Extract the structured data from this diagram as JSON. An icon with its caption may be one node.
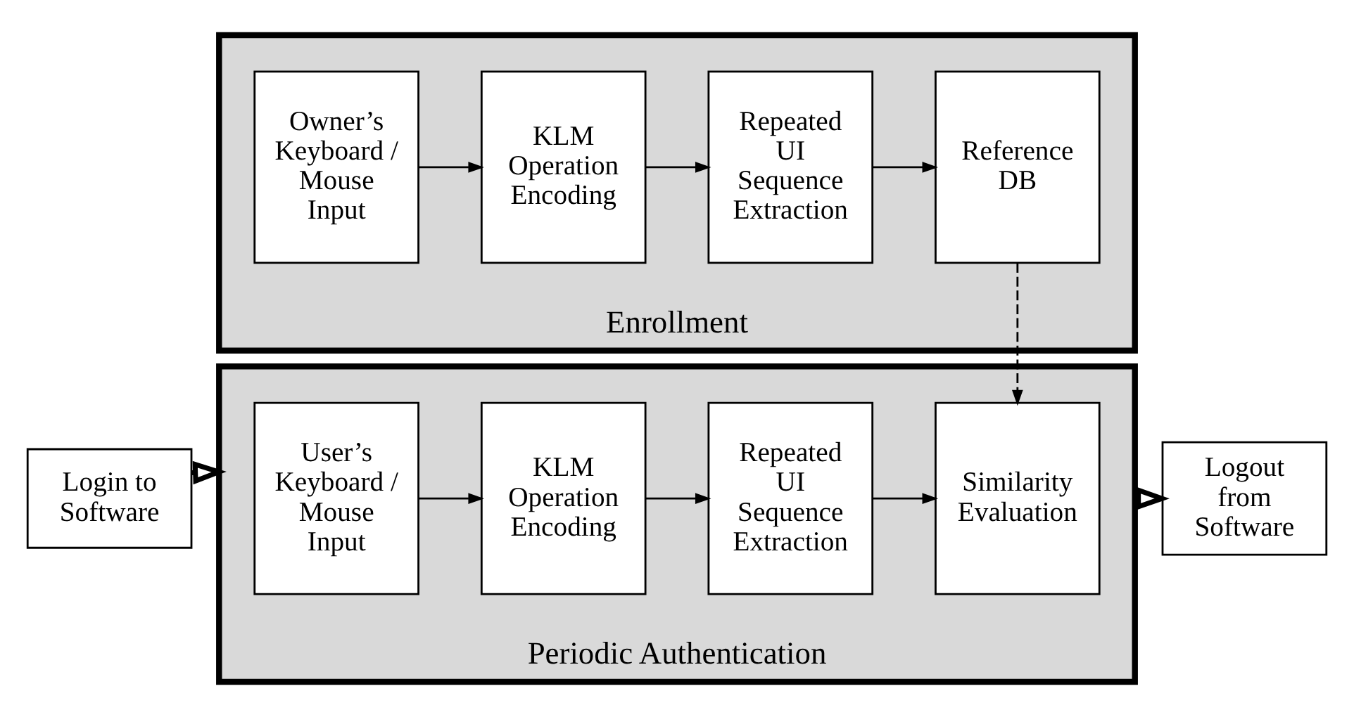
{
  "diagram": {
    "nodes": [
      {
        "text": [
          "Enrollment"
        ]
      },
      {
        "text": [
          "Owner’s Keyboard / Mouse Input"
        ],
        "in": 0
      },
      {
        "text": [
          "KLM Operation Encoding"
        ],
        "in": 0
      },
      {
        "text": [
          "Repeated UI Sequence Extraction"
        ],
        "in": 0
      },
      {
        "text": [
          "Reference DB"
        ],
        "in": 0
      },
      {
        "text": [
          "Login to Software"
        ]
      },
      {
        "text": [
          "Periodic Authentication"
        ]
      },
      {
        "text": [
          "User’s Keyboard / Mouse Input"
        ],
        "in": 6
      },
      {
        "text": [
          "KLM Operation Encoding"
        ],
        "in": 6
      },
      {
        "text": [
          "Repeated UI Sequence Extraction"
        ],
        "in": 6
      },
      {
        "text": [
          "Similarity Evaluation"
        ],
        "in": 6
      },
      {
        "text": [
          "Logout from Software"
        ]
      }
    ],
    "edges": [
      {
        "from": 1,
        "to": 2,
        "arrow": "to"
      },
      {
        "from": 2,
        "to": 3,
        "arrow": "to"
      },
      {
        "from": 3,
        "to": 4,
        "arrow": "to"
      },
      {
        "from": 4,
        "to": 10,
        "arrow": "to",
        "style": "dashed"
      },
      {
        "from": 5,
        "to": 6,
        "arrow": "to",
        "style": "thick"
      },
      {
        "from": 7,
        "to": 8,
        "arrow": "to"
      },
      {
        "from": 8,
        "to": 9,
        "arrow": "to"
      },
      {
        "from": 9,
        "to": 10,
        "arrow": "to"
      },
      {
        "from": 6,
        "to": 11,
        "arrow": "to",
        "style": "thick"
      }
    ]
  }
}
